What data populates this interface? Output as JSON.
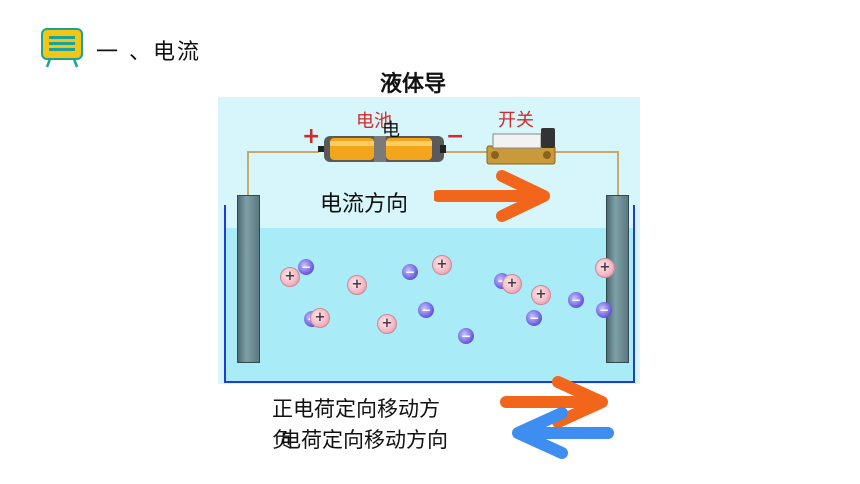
{
  "header": {
    "heading": "一 、电流",
    "subtitle": "液体导"
  },
  "diagram": {
    "battery_label": "电池",
    "battery_extra_char": "电",
    "switch_label": "开关",
    "plus_sign": "+",
    "minus_sign": "−",
    "current_direction_label": "电流方向",
    "ion_plus": "+",
    "ion_minus": "−"
  },
  "captions": {
    "positive_line": "正电荷定向移动方",
    "negative_prefix": "负",
    "negative_line": "电荷定向移动方向"
  },
  "colors": {
    "arrow_orange": "#f2661b",
    "arrow_blue": "#3d8ef0",
    "icon_yellow": "#f3c515",
    "icon_teal": "#1aa39a"
  }
}
